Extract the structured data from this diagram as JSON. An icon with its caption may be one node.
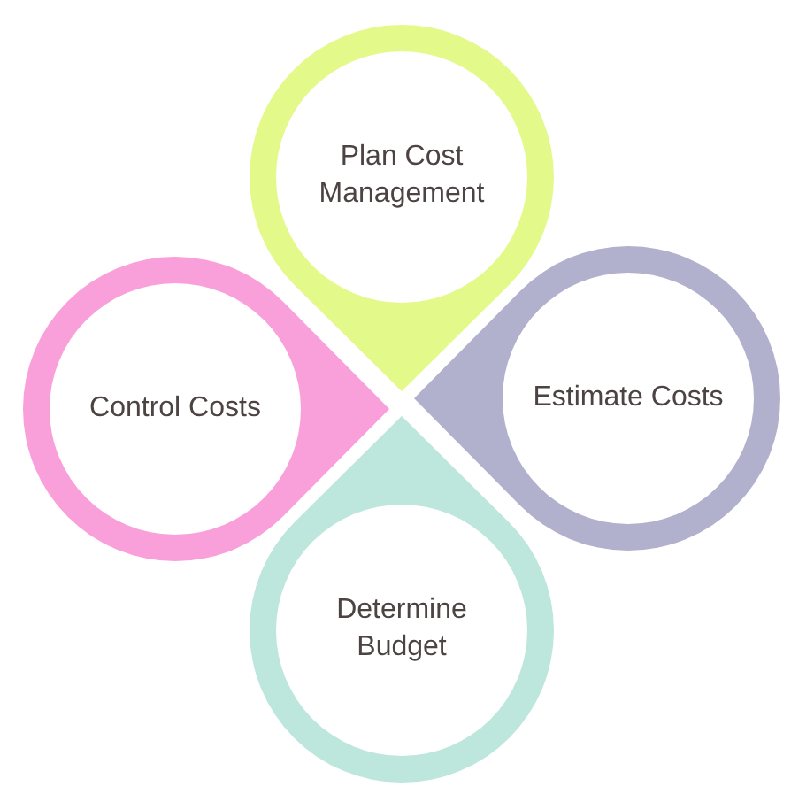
{
  "diagram": {
    "nodes": [
      {
        "text": [
          "Plan Cost Management"
        ]
      },
      {
        "text": [
          "Control Costs"
        ]
      },
      {
        "text": [
          "Estimate Costs"
        ]
      },
      {
        "text": [
          "Determine Budget"
        ]
      }
    ]
  }
}
